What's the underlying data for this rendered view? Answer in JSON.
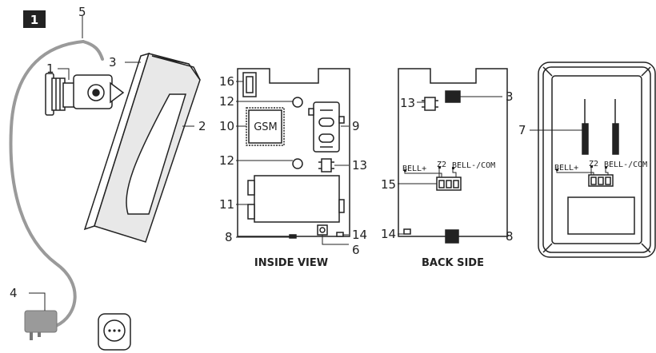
{
  "figure_number": "1",
  "callouts": {
    "n1": "1",
    "n2": "2",
    "n3": "3",
    "n4": "4",
    "n5": "5",
    "n6": "6",
    "n7": "7",
    "n8": "8",
    "n9": "9",
    "n10": "10",
    "n11": "11",
    "n12": "12",
    "n13": "13",
    "n14": "14",
    "n15": "15",
    "n16": "16"
  },
  "chip_label": "GSM",
  "terminals": {
    "bell_plus": "BELL+",
    "z2": "Z2",
    "bell_com": "BELL-/COM"
  },
  "captions": {
    "inside": "INSIDE VIEW",
    "back": "BACK SIDE"
  },
  "colors": {
    "outline": "#222222",
    "cable": "#9a9a9a",
    "device_fill": "#e8e8e8",
    "badge": "#222222"
  }
}
